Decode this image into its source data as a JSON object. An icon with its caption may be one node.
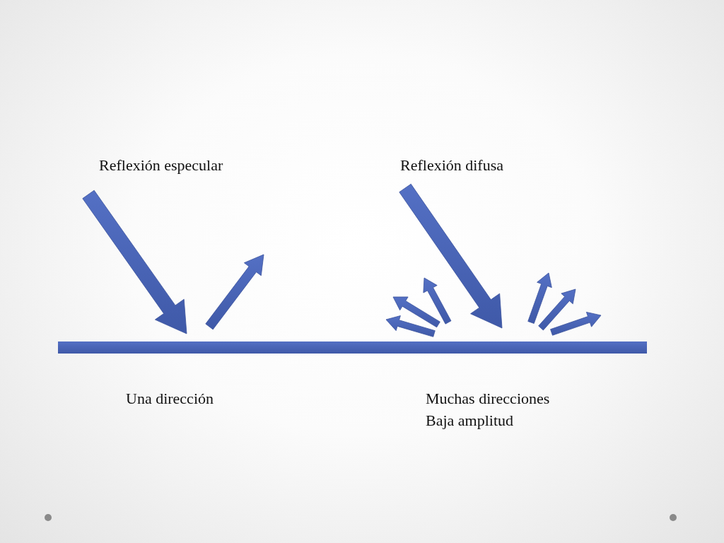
{
  "diagram": {
    "labels": [
      "Reflexión especular",
      "Reflexión difusa",
      "Una dirección",
      "Muchas direcciones",
      "Baja amplitud"
    ]
  }
}
